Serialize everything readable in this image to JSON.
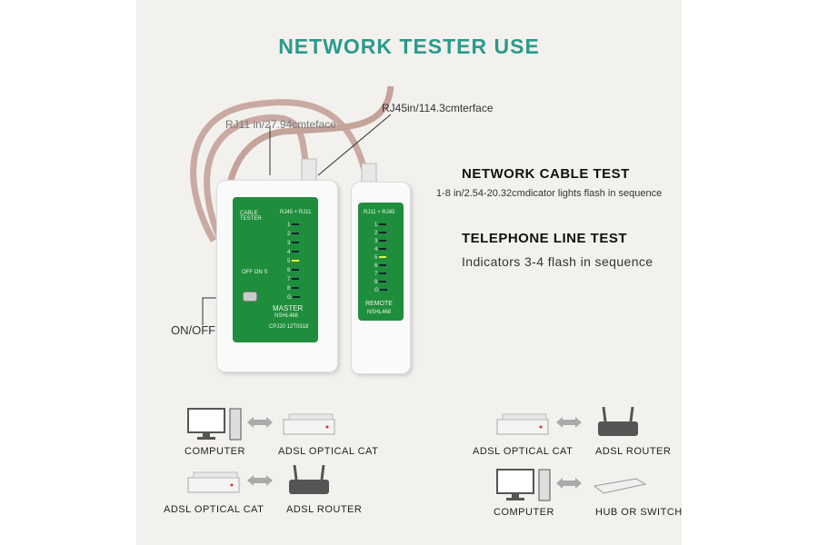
{
  "title": "NETWORK TESTER USE",
  "callouts": {
    "rj11": "RJ11 in/27.94cmteface",
    "rj45": "RJ45in/114.3cmterface",
    "onoff": "ON/OFF"
  },
  "network_test": {
    "heading": "NETWORK CABLE TEST",
    "text": "1-8 in/2.54-20.32cmdicator lights flash in sequence"
  },
  "phone_test": {
    "heading": "TELEPHONE LINE TEST",
    "text": "Indicators 3-4 flash in sequence"
  },
  "master": {
    "cable_tester": "CABLE TESTER",
    "ports": "RJ45 + RJ11",
    "switch": "OFF ON S",
    "leds": [
      "1",
      "2",
      "3",
      "4",
      "5",
      "6",
      "7",
      "8",
      "G"
    ],
    "name": "MASTER",
    "model": "NSHL468",
    "code": "CPJ20 12T0318"
  },
  "remote": {
    "ports": "RJ11 + RJ45",
    "leds": [
      "1",
      "2",
      "3",
      "4",
      "5",
      "6",
      "7",
      "8",
      "G"
    ],
    "name": "REMOTE",
    "model": "NSHL468"
  },
  "lit_led": "5",
  "diagrams": [
    {
      "left": "COMPUTER",
      "right": "ADSL OPTICAL CAT"
    },
    {
      "left": "ADSL OPTICAL CAT",
      "right": "ADSL ROUTER"
    },
    {
      "left": "ADSL OPTICAL CAT",
      "right": "ADSL ROUTER"
    },
    {
      "left": "COMPUTER",
      "right": "HUB OR SWITCH"
    }
  ]
}
